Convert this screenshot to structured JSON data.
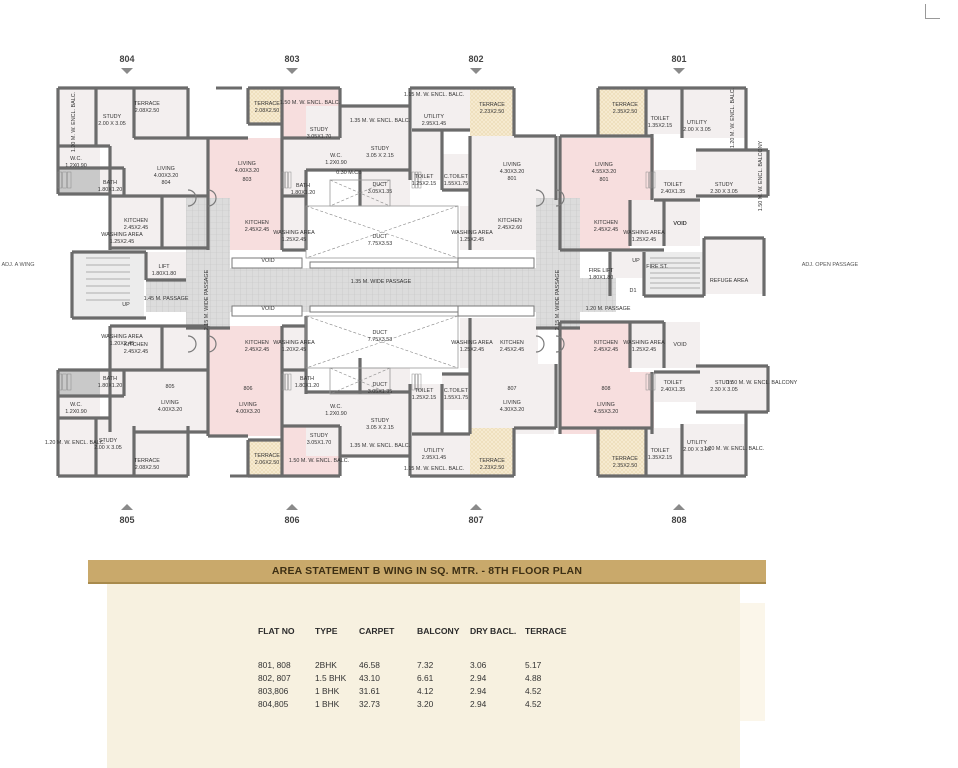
{
  "flats_top": [
    "804",
    "803",
    "802",
    "801"
  ],
  "flats_bottom": [
    "805",
    "806",
    "807",
    "808"
  ],
  "side_left": "ADJ. A WING",
  "side_right": "ADJ. OPEN PASSAGE",
  "rooms": [
    [
      "TERRACE",
      "2.08X2.50"
    ],
    [
      "STUDY",
      "2.00 X 3.05"
    ],
    [
      "1.20 M. W. ENCL. BALC.",
      ""
    ],
    [
      "LIVING",
      "4.00X3.20"
    ],
    [
      "804",
      ""
    ],
    [
      "W.C.",
      "1.2X0.90"
    ],
    [
      "BATH",
      "1.80X1.20"
    ],
    [
      "KITCHEN",
      "2.45X2.45"
    ],
    [
      "WASHING AREA",
      "1.25X2.45"
    ],
    [
      "LIFT",
      "1.80X1.80"
    ],
    [
      "1.45 M. PASSAGE",
      ""
    ],
    [
      "UP",
      ""
    ],
    [
      "TERRACE",
      "2.08X2.50"
    ],
    [
      "1.50 M. W. ENCL. BALC.",
      ""
    ],
    [
      "STUDY",
      "3.05X1.70"
    ],
    [
      "LIVING",
      "4.00X3.20"
    ],
    [
      "803",
      ""
    ],
    [
      "W.C.",
      "1.2X0.90"
    ],
    [
      "BATH",
      "1.80X1.20"
    ],
    [
      "KITCHEN",
      "2.45X2.45"
    ],
    [
      "WASHING AREA",
      "1.25X2.45"
    ],
    [
      "1.35 M. W. ENCL. BALC.",
      ""
    ],
    [
      "STUDY",
      "3.05 X 2.15"
    ],
    [
      "0.30 M.CB",
      ""
    ],
    [
      "DUCT",
      "3.05X1.35"
    ],
    [
      "DUCT",
      "7.75X3.53"
    ],
    [
      "VOID",
      ""
    ],
    [
      "1.15 M. W. ENCL. BALC.",
      ""
    ],
    [
      "UTILITY",
      "2.95X1.45"
    ],
    [
      "TERRACE",
      "2.23X2.50"
    ],
    [
      "TOILET",
      "1.25X2.15"
    ],
    [
      "C.TOILET",
      "1.55X1.75"
    ],
    [
      "LIVING",
      "4.30X3.20"
    ],
    [
      "801",
      ""
    ],
    [
      "KITCHEN",
      "2.45X2.60"
    ],
    [
      "WASHING AREA",
      "1.25X2.45"
    ],
    [
      "VOID",
      ""
    ],
    [
      "TERRACE",
      "2.35X2.50"
    ],
    [
      "TOILET",
      "1.35X2.15"
    ],
    [
      "UTILITY",
      "2.00 X 3.05"
    ],
    [
      "1.20 M. W. ENCL. BALC.",
      ""
    ],
    [
      "LIVING",
      "4.55X3.20"
    ],
    [
      "801",
      ""
    ],
    [
      "TOILET",
      "2.40X1.35"
    ],
    [
      "STUDY",
      "2.30 X 3.05"
    ],
    [
      "1.50 M. W. ENCL. BALCONY",
      ""
    ],
    [
      "KITCHEN",
      "2.45X2.45"
    ],
    [
      "WASHING AREA",
      "1.25X2.45"
    ],
    [
      "VOID",
      ""
    ],
    [
      "FIRE LIFT",
      "1.80X1.80"
    ],
    [
      "UP",
      ""
    ],
    [
      "FIRE ST.",
      ""
    ],
    [
      "D1",
      ""
    ],
    [
      "REFUGE AREA",
      ""
    ],
    [
      "1.35 M. WIDE PASSAGE",
      ""
    ],
    [
      "2.15 M. WIDE PASSAGE",
      ""
    ],
    [
      "2.15 M. WIDE PASSAGE",
      ""
    ],
    [
      "1.20 M. PASSAGE",
      ""
    ],
    [
      "WASHING AREA",
      "1.20X2.45"
    ],
    [
      "KITCHEN",
      "2.45X2.45"
    ],
    [
      "805",
      ""
    ],
    [
      "LIVING",
      "4.00X3.20"
    ],
    [
      "BATH",
      "1.80X1.20"
    ],
    [
      "W.C.",
      "1.2X0.90"
    ],
    [
      "STUDY",
      "2.00 X 3.05"
    ],
    [
      "1.20 M. W. ENCL. BALC.",
      ""
    ],
    [
      "TERRACE",
      "2.08X2.50"
    ],
    [
      "KITCHEN",
      "2.45X2.45"
    ],
    [
      "WASHING AREA",
      "1.20X2.45"
    ],
    [
      "806",
      ""
    ],
    [
      "LIVING",
      "4.00X3.20"
    ],
    [
      "BATH",
      "1.80X1.20"
    ],
    [
      "W.C.",
      "1.2X0.90"
    ],
    [
      "STUDY",
      "3.05X1.70"
    ],
    [
      "TERRACE",
      "2.06X2.50"
    ],
    [
      "1.50 M. W. ENCL. BALC.",
      ""
    ],
    [
      "VOID",
      ""
    ],
    [
      "DUCT",
      "7.75X3.53"
    ],
    [
      "DUCT",
      "3.05X1.35"
    ],
    [
      "STUDY",
      "3.05 X 2.15"
    ],
    [
      "1.35 M. W. ENCL. BALC.",
      ""
    ],
    [
      "WASHING AREA",
      "1.25X2.45"
    ],
    [
      "KITCHEN",
      "2.45X2.45"
    ],
    [
      "TOILET",
      "1.25X2.15"
    ],
    [
      "C.TOILET",
      "1.55X1.75"
    ],
    [
      "807",
      ""
    ],
    [
      "LIVING",
      "4.30X3.20"
    ],
    [
      "UTILITY",
      "2.95X1.45"
    ],
    [
      "1.15 M. W. ENCL. BALC.",
      ""
    ],
    [
      "TERRACE",
      "2.23X2.50"
    ],
    [
      "KITCHEN",
      "2.45X2.45"
    ],
    [
      "WASHING AREA",
      "1.25X2.45"
    ],
    [
      "VOID",
      ""
    ],
    [
      "808",
      ""
    ],
    [
      "LIVING",
      "4.55X3.20"
    ],
    [
      "TOILET",
      "2.40X1.35"
    ],
    [
      "STUDY",
      "2.30 X 3.05"
    ],
    [
      "1.50 M. W. ENCL. BALCONY",
      ""
    ],
    [
      "TERRACE",
      "2.35X2.50"
    ],
    [
      "TOILET",
      "1.35X2.15"
    ],
    [
      "UTILITY",
      "2.00 X 3.05"
    ],
    [
      "1.20 M. W. ENCL. BALC.",
      ""
    ]
  ],
  "area_statement": {
    "title": "AREA STATEMENT B WING IN SQ. MTR. - 8TH FLOOR PLAN",
    "headers": [
      "FLAT NO",
      "TYPE",
      "CARPET",
      "BALCONY",
      "DRY BACL.",
      "TERRACE"
    ],
    "rows": [
      [
        "801, 808",
        "2BHK",
        "46.58",
        "7.32",
        "3.06",
        "5.17"
      ],
      [
        "802, 807",
        "1.5 BHK",
        "43.10",
        "6.61",
        "2.94",
        "4.88"
      ],
      [
        "803,806",
        "1 BHK",
        "31.61",
        "4.12",
        "2.94",
        "4.52"
      ],
      [
        "804,805",
        "1 BHK",
        "32.73",
        "3.20",
        "2.94",
        "4.52"
      ]
    ]
  },
  "colors": {
    "wall": "#6b6b6b",
    "pink_room": "#f7dede",
    "light_room": "#f3efef",
    "terrace": "#f6ead0",
    "paving": "#d9d9d9",
    "banner": "#c9a96b",
    "card": "#f7f1e0"
  }
}
